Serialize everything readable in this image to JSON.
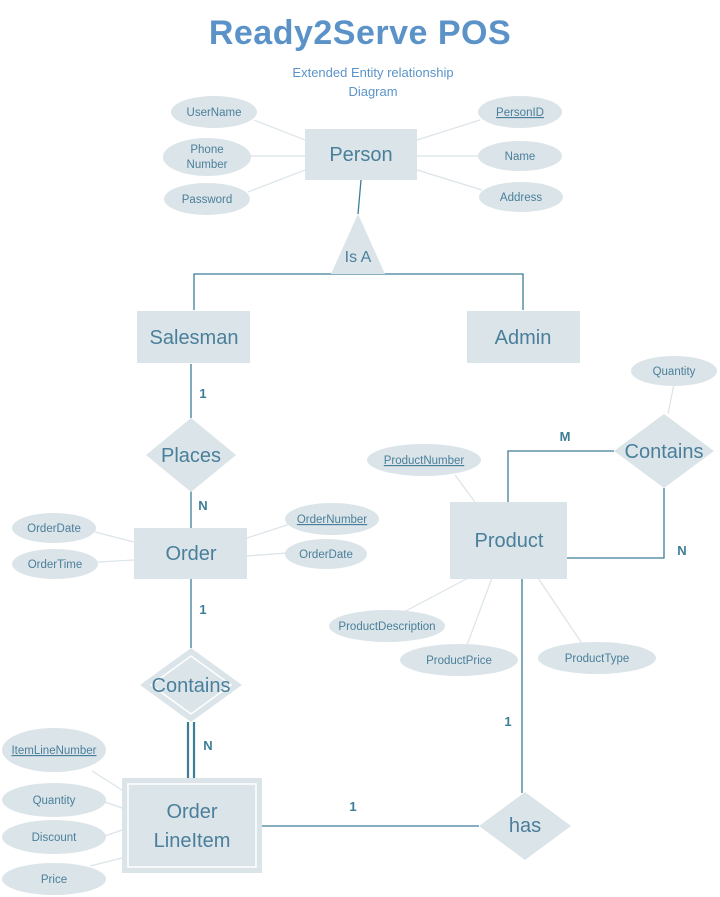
{
  "diagram": {
    "title": "Ready2Serve POS",
    "subtitle_line1": "Extended Entity relationship",
    "subtitle_line2": "Diagram",
    "entities": {
      "person": "Person",
      "salesman": "Salesman",
      "admin": "Admin",
      "order": "Order",
      "product": "Product",
      "orderlineitem_line1": "Order",
      "orderlineitem_line2": "LineItem"
    },
    "relationships": {
      "isa": "Is A",
      "places": "Places",
      "contains_product": "Contains",
      "contains_order": "Contains",
      "has": "has"
    },
    "attributes": {
      "username": "UserName",
      "phone_line1": "Phone",
      "phone_line2": "Number",
      "password": "Password",
      "personid": "PersonID",
      "name": "Name",
      "address": "Address",
      "quantity_product": "Quantity",
      "productnumber": "ProductNumber",
      "orderdate_left": "OrderDate",
      "ordertime": "OrderTime",
      "ordernumber": "OrderNumber",
      "orderdate_right": "OrderDate",
      "productdescription": "ProductDescription",
      "productprice": "ProductPrice",
      "producttype": "ProductType",
      "itemlinenumber": "ItemLineNumber",
      "quantity_line": "Quantity",
      "discount": "Discount",
      "price": "Price"
    },
    "cardinalities": {
      "salesman_places": "1",
      "places_order": "N",
      "order_contains": "1",
      "contains_lineitem": "N",
      "product_contains_m": "M",
      "product_contains_n": "N",
      "product_has": "1",
      "lineitem_has": "1"
    }
  }
}
